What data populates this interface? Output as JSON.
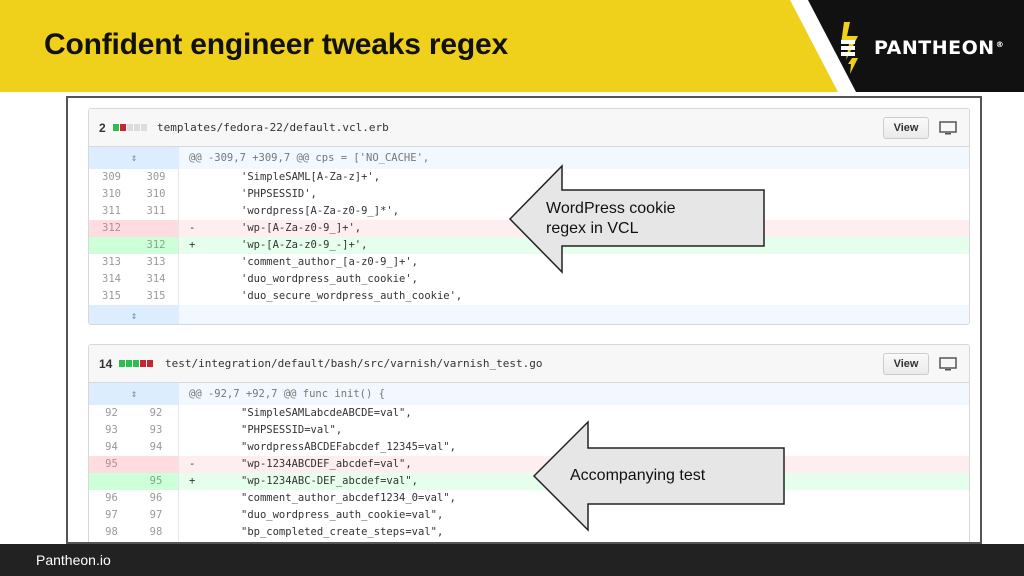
{
  "slide": {
    "title": "Confident engineer tweaks regex",
    "brand": "PANTHEON",
    "brand_mark": "®",
    "footer": "Pantheon.io",
    "colors": {
      "yellow": "#efd01b",
      "black": "#111111",
      "footer": "#222222"
    }
  },
  "files": [
    {
      "count": "2",
      "path": "templates/fedora-22/default.vcl.erb",
      "view_label": "View",
      "hunk": "@@ -309,7 +309,7 @@ cps = ['NO_CACHE',",
      "lines": [
        {
          "type": "ctx",
          "old": "309",
          "new": "309",
          "sign": "",
          "code": "'SimpleSAML[A-Za-z]+',"
        },
        {
          "type": "ctx",
          "old": "310",
          "new": "310",
          "sign": "",
          "code": "'PHPSESSID',"
        },
        {
          "type": "ctx",
          "old": "311",
          "new": "311",
          "sign": "",
          "code": "'wordpress[A-Za-z0-9_]*',"
        },
        {
          "type": "del",
          "old": "312",
          "new": "",
          "sign": "-",
          "code": "'wp-[A-Za-z0-9_]+',"
        },
        {
          "type": "add",
          "old": "",
          "new": "312",
          "sign": "+",
          "code": "'wp-[A-Za-z0-9_-]+',"
        },
        {
          "type": "ctx",
          "old": "313",
          "new": "313",
          "sign": "",
          "code": "'comment_author_[a-z0-9_]+',"
        },
        {
          "type": "ctx",
          "old": "314",
          "new": "314",
          "sign": "",
          "code": "'duo_wordpress_auth_cookie',"
        },
        {
          "type": "ctx",
          "old": "315",
          "new": "315",
          "sign": "",
          "code": "'duo_secure_wordpress_auth_cookie',"
        }
      ]
    },
    {
      "count": "14",
      "path": "test/integration/default/bash/src/varnish/varnish_test.go",
      "view_label": "View",
      "hunk": "@@ -92,7 +92,7 @@ func init() {",
      "lines": [
        {
          "type": "ctx",
          "old": "92",
          "new": "92",
          "sign": "",
          "code": "\"SimpleSAMLabcdeABCDE=val\","
        },
        {
          "type": "ctx",
          "old": "93",
          "new": "93",
          "sign": "",
          "code": "\"PHPSESSID=val\","
        },
        {
          "type": "ctx",
          "old": "94",
          "new": "94",
          "sign": "",
          "code": "\"wordpressABCDEFabcdef_12345=val\","
        },
        {
          "type": "del",
          "old": "95",
          "new": "",
          "sign": "-",
          "code": "\"wp-1234ABCDEF_abcdef=val\","
        },
        {
          "type": "add",
          "old": "",
          "new": "95",
          "sign": "+",
          "code": "\"wp-1234ABC-DEF_abcdef=val\","
        },
        {
          "type": "ctx",
          "old": "96",
          "new": "96",
          "sign": "",
          "code": "\"comment_author_abcdef1234_0=val\","
        },
        {
          "type": "ctx",
          "old": "97",
          "new": "97",
          "sign": "",
          "code": "\"duo_wordpress_auth_cookie=val\","
        },
        {
          "type": "ctx",
          "old": "98",
          "new": "98",
          "sign": "",
          "code": "\"bp_completed_create_steps=val\","
        }
      ]
    }
  ],
  "callouts": {
    "first_line1": "WordPress cookie",
    "first_line2": "regex in VCL",
    "second": "Accompanying test"
  }
}
